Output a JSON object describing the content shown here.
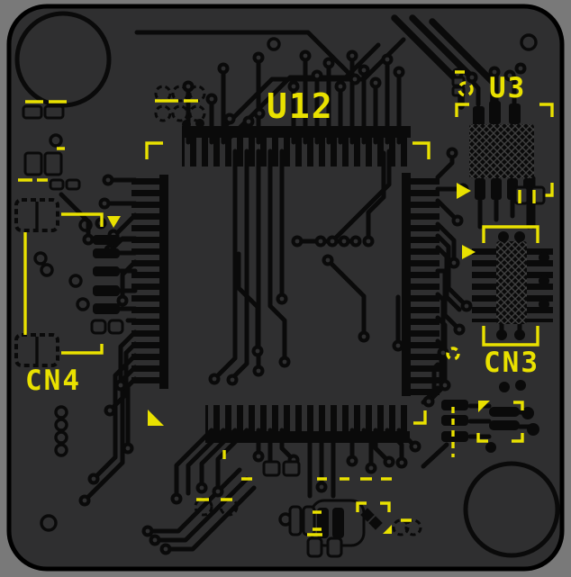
{
  "colors": {
    "background": "#797979",
    "board": "#2f2f30",
    "copper": "#0a0a0a",
    "silkscreen": "#e9e100",
    "hatch": "#404040",
    "board_edge": "#000000"
  },
  "silkscreen": {
    "u12": "U12",
    "u3": "U3",
    "cn3": "CN3",
    "cn4": "CN4"
  },
  "components": [
    {
      "designator": "U12",
      "type": "quad-flat-package-ic"
    },
    {
      "designator": "U3",
      "type": "small-outline-ic-crosshatched-body"
    },
    {
      "designator": "CN3",
      "type": "connector-crosshatched-body"
    },
    {
      "designator": "CN4",
      "type": "connector-edge-pads"
    }
  ],
  "board": {
    "shape": "rounded-rectangle",
    "large_holes": 2,
    "small_holes": 2
  }
}
